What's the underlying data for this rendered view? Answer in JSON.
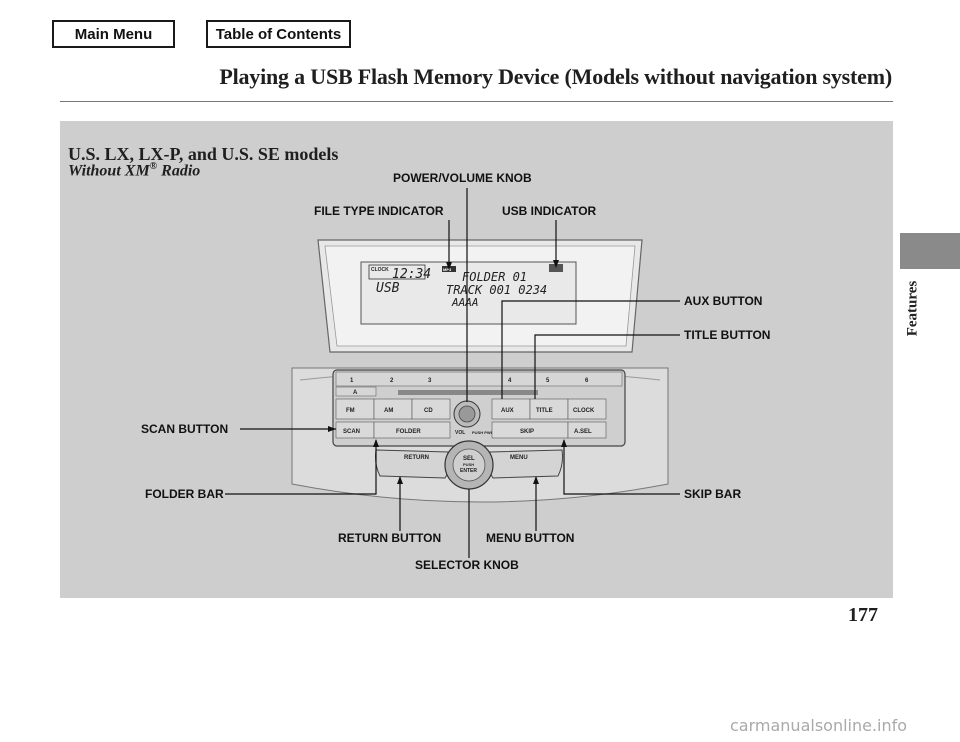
{
  "nav": {
    "main_menu": "Main Menu",
    "toc": "Table of Contents"
  },
  "page_title": "Playing a USB Flash Memory Device (Models without navigation system)",
  "subtitle": "U.S. LX, LX-P, and U.S. SE models",
  "subsubtitle_main": "Without XM",
  "subsubtitle_reg": "®",
  "subsubtitle_end": " Radio",
  "side_tab": "Features",
  "page_number": "177",
  "watermark": "carmanualsonline.info",
  "callouts": {
    "power_volume_knob": "POWER/VOLUME KNOB",
    "file_type_indicator": "FILE TYPE INDICATOR",
    "usb_indicator": "USB INDICATOR",
    "aux_button": "AUX BUTTON",
    "title_button": "TITLE BUTTON",
    "scan_button": "SCAN BUTTON",
    "folder_bar": "FOLDER BAR",
    "skip_bar": "SKIP BAR",
    "return_button": "RETURN BUTTON",
    "menu_button": "MENU BUTTON",
    "selector_knob": "SELECTOR KNOB"
  },
  "display": {
    "clock_label": "CLOCK",
    "time": "12:34",
    "source": "USB",
    "folder_line": "FOLDER 01",
    "track_line": "TRACK 001    0234",
    "text_line": "AAAA",
    "mp3_badge": "MP3"
  },
  "panel": {
    "presets": [
      "1",
      "2",
      "3",
      "4",
      "5",
      "6"
    ],
    "a_label": "A",
    "fm": "FM",
    "am": "AM",
    "cd": "CD",
    "aux": "AUX",
    "title": "TITLE",
    "clock": "CLOCK",
    "scan": "SCAN",
    "folder": "FOLDER",
    "vol": "VOL",
    "push_pwr": "PUSH PWR",
    "skip": "SKIP",
    "asel": "A.SEL",
    "return": "RETURN",
    "menu": "MENU",
    "sel": "SEL",
    "push": "PUSH",
    "enter": "ENTER"
  }
}
